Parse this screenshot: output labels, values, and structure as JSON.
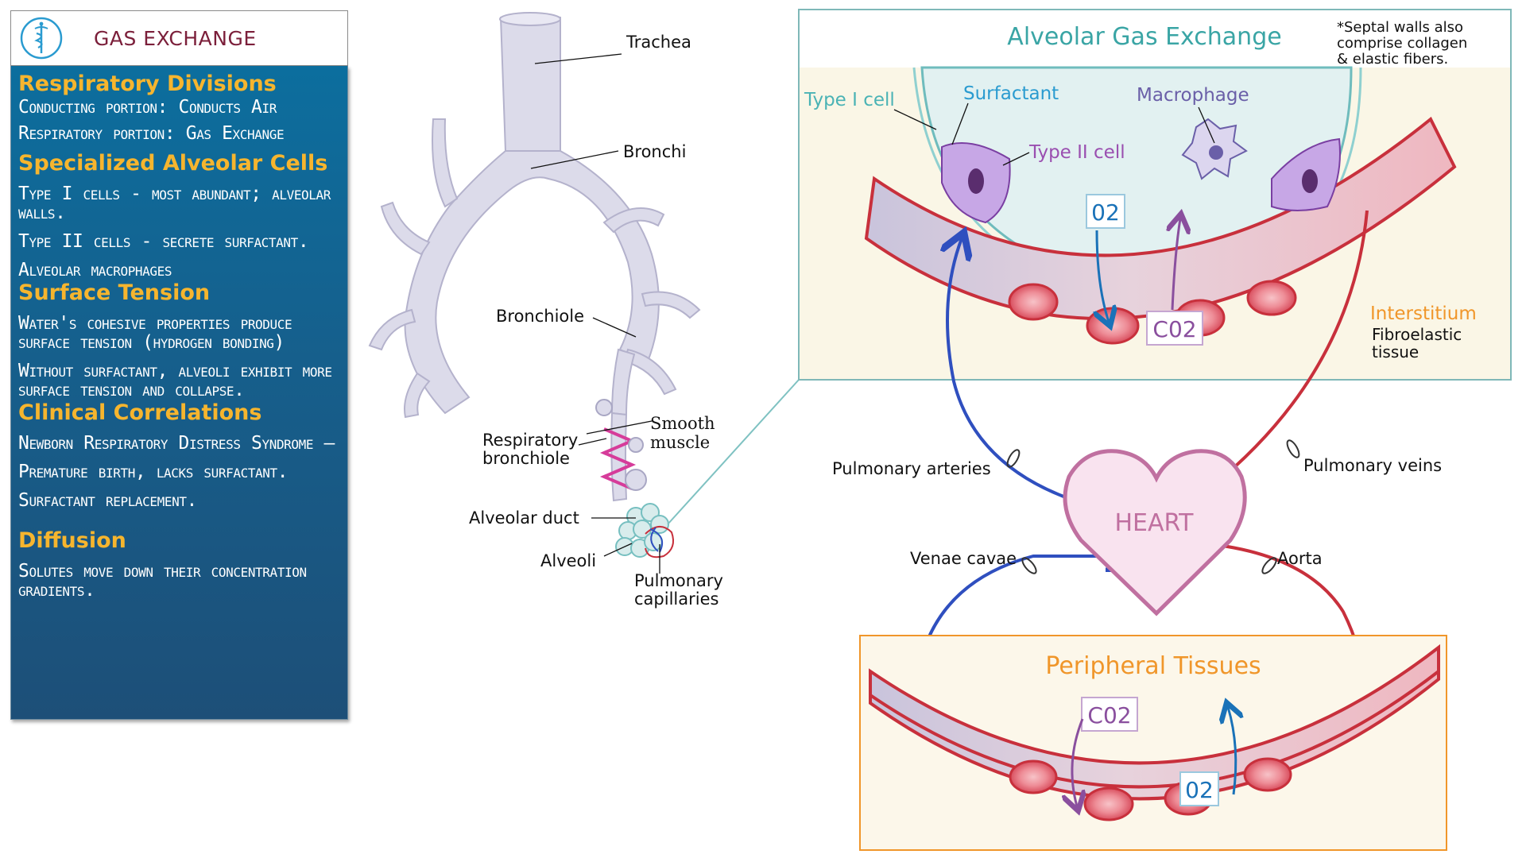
{
  "panel": {
    "title": "GAS EXCHANGE",
    "sections": [
      {
        "heading": "Respiratory Divisions",
        "items": [
          "Conducting portion: Conducts Air",
          "Respiratory portion: Gas Exchange"
        ]
      },
      {
        "heading": "Specialized Alveolar Cells",
        "items": [
          "Type I cells - most abundant; alveolar walls.",
          "Type II cells - secrete surfactant.",
          "Alveolar macrophages"
        ]
      },
      {
        "heading": "Surface Tension",
        "items": [
          "Water's cohesive properties produce surface tension (hydrogen bonding)",
          "Without surfactant, alveoli exhibit more surface tension and collapse."
        ]
      },
      {
        "heading": "Clinical Correlations",
        "items": [
          "Newborn Respiratory Distress Syndrome —",
          "Premature birth, lacks surfactant.",
          "Surfactant replacement."
        ]
      },
      {
        "heading": "Diffusion",
        "items": [
          "Solutes move down their concentration gradients."
        ]
      }
    ]
  },
  "airway_labels": {
    "trachea": "Trachea",
    "bronchi": "Bronchi",
    "bronchiole": "Bronchiole",
    "smooth_muscle": [
      "Smooth",
      "muscle"
    ],
    "respiratory_bronchiole": [
      "Respiratory",
      "bronchiole"
    ],
    "alveolar_duct": "Alveolar duct",
    "alveoli": "Alveoli",
    "pulmonary_capillaries": [
      "Pulmonary",
      "capillaries"
    ]
  },
  "alveolar_box": {
    "title": "Alveolar Gas Exchange",
    "note": [
      "*Septal walls also",
      "comprise collagen",
      "& elastic fibers."
    ],
    "type1": "Type I cell",
    "surfactant": "Surfactant",
    "macrophage": "Macrophage",
    "type2": "Type II cell",
    "o2": "02",
    "co2": "C02",
    "interstitium": "Interstitium",
    "fibroelastic": [
      "Fibroelastic",
      "tissue"
    ]
  },
  "circulation": {
    "heart": "HEART",
    "pulmonary_arteries": "Pulmonary arteries",
    "pulmonary_veins": "Pulmonary veins",
    "venae_cavae": "Venae cavae",
    "aorta": "Aorta"
  },
  "peripheral_box": {
    "title": "Peripheral Tissues",
    "co2": "C02",
    "o2": "02"
  },
  "colors": {
    "panel_heading": "#f6b52e",
    "title_teal": "#3aa5a5",
    "peripheral_orange": "#f0962a",
    "interstitium_orange": "#f0962a",
    "artery_blue": "#2f4fbf",
    "vein_red": "#c8303c",
    "heart_pink": "#c070a0",
    "type2_purple": "#9a4fb0",
    "o2_blue": "#1a72b8",
    "co2_purple": "#8a4f9e"
  }
}
